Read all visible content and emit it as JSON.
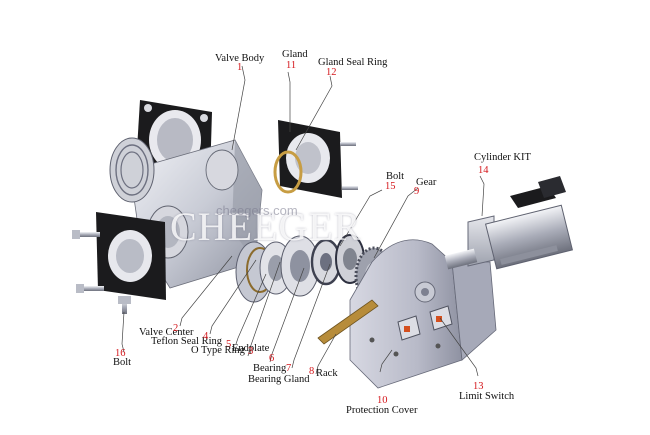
{
  "watermark": {
    "brand": "CHEEGER",
    "url": "cheegers.com"
  },
  "parts": [
    {
      "id": "valve-body",
      "name": "Valve Body",
      "number": "1"
    },
    {
      "id": "valve-center",
      "name": "Valve Center",
      "number": "2"
    },
    {
      "id": "o-type-ring",
      "name": "O Type Ring",
      "number": "3"
    },
    {
      "id": "teflon-seal-ring",
      "name": "Teflon Seal Ring",
      "number": "4"
    },
    {
      "id": "endplate",
      "name": "Endplate",
      "number": "5"
    },
    {
      "id": "bearing",
      "name": "Bearing",
      "number": "6"
    },
    {
      "id": "bearing-gland",
      "name": "Bearing Gland",
      "number": "7"
    },
    {
      "id": "rack",
      "name": "Rack",
      "number": "8"
    },
    {
      "id": "gear",
      "name": "Gear",
      "number": "9"
    },
    {
      "id": "protection-cover",
      "name": "Protection Cover",
      "number": "10"
    },
    {
      "id": "gland",
      "name": "Gland",
      "number": "11"
    },
    {
      "id": "gland-seal-ring",
      "name": "Gland Seal Ring",
      "number": "12"
    },
    {
      "id": "limit-switch",
      "name": "Limit Switch",
      "number": "13"
    },
    {
      "id": "cylinder-kit",
      "name": "Cylinder KIT",
      "number": "14"
    },
    {
      "id": "bolt-15",
      "name": "Bolt",
      "number": "15"
    },
    {
      "id": "bolt-16",
      "name": "Bolt",
      "number": "16"
    }
  ]
}
